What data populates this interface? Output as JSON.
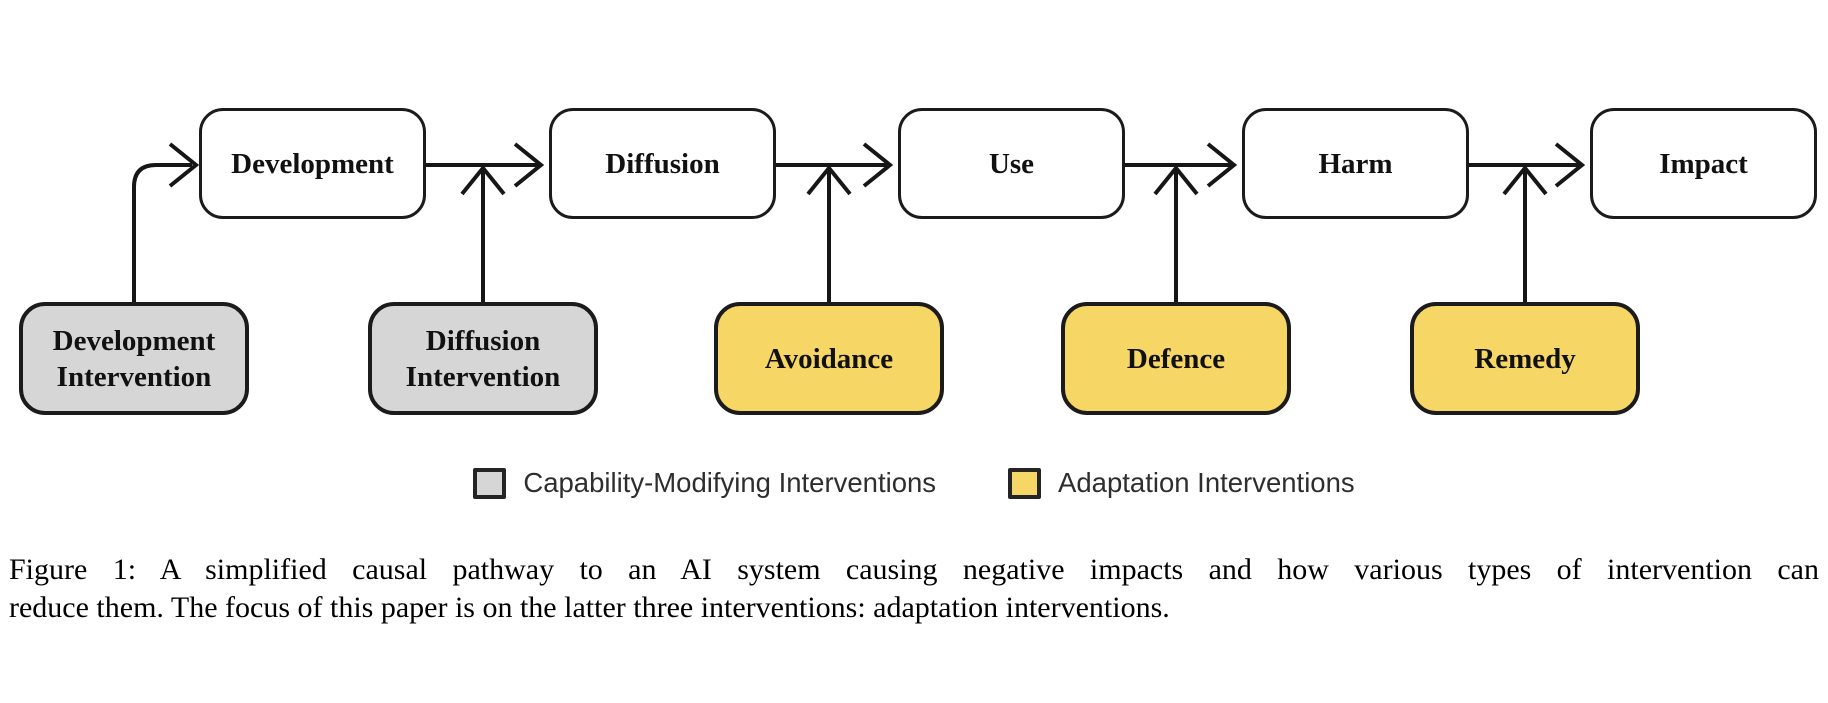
{
  "figure": {
    "stages": [
      {
        "label": "Development"
      },
      {
        "label": "Diffusion"
      },
      {
        "label": "Use"
      },
      {
        "label": "Harm"
      },
      {
        "label": "Impact"
      }
    ],
    "interventions": [
      {
        "line1": "Development",
        "line2": "Intervention",
        "category": "capability-modifying"
      },
      {
        "line1": "Diffusion",
        "line2": "Intervention",
        "category": "capability-modifying"
      },
      {
        "label": "Avoidance",
        "category": "adaptation"
      },
      {
        "label": "Defence",
        "category": "adaptation"
      },
      {
        "label": "Remedy",
        "category": "adaptation"
      }
    ],
    "colors": {
      "stage_fill": "#ffffff",
      "capability_modifying_fill": "#d6d6d6",
      "adaptation_fill": "#f6d664",
      "outline": "#1b1b1b",
      "arrow": "#161616"
    }
  },
  "legend": {
    "items": [
      {
        "label": "Capability-Modifying Interventions",
        "swatch_color": "#d6d6d6"
      },
      {
        "label": "Adaptation Interventions",
        "swatch_color": "#f6d664"
      }
    ]
  },
  "caption": {
    "line1": "Figure 1: A simplified causal pathway to an AI system causing negative impacts and how various types of intervention can",
    "line2": "reduce them. The focus of this paper is on the latter three interventions: adaptation interventions."
  }
}
